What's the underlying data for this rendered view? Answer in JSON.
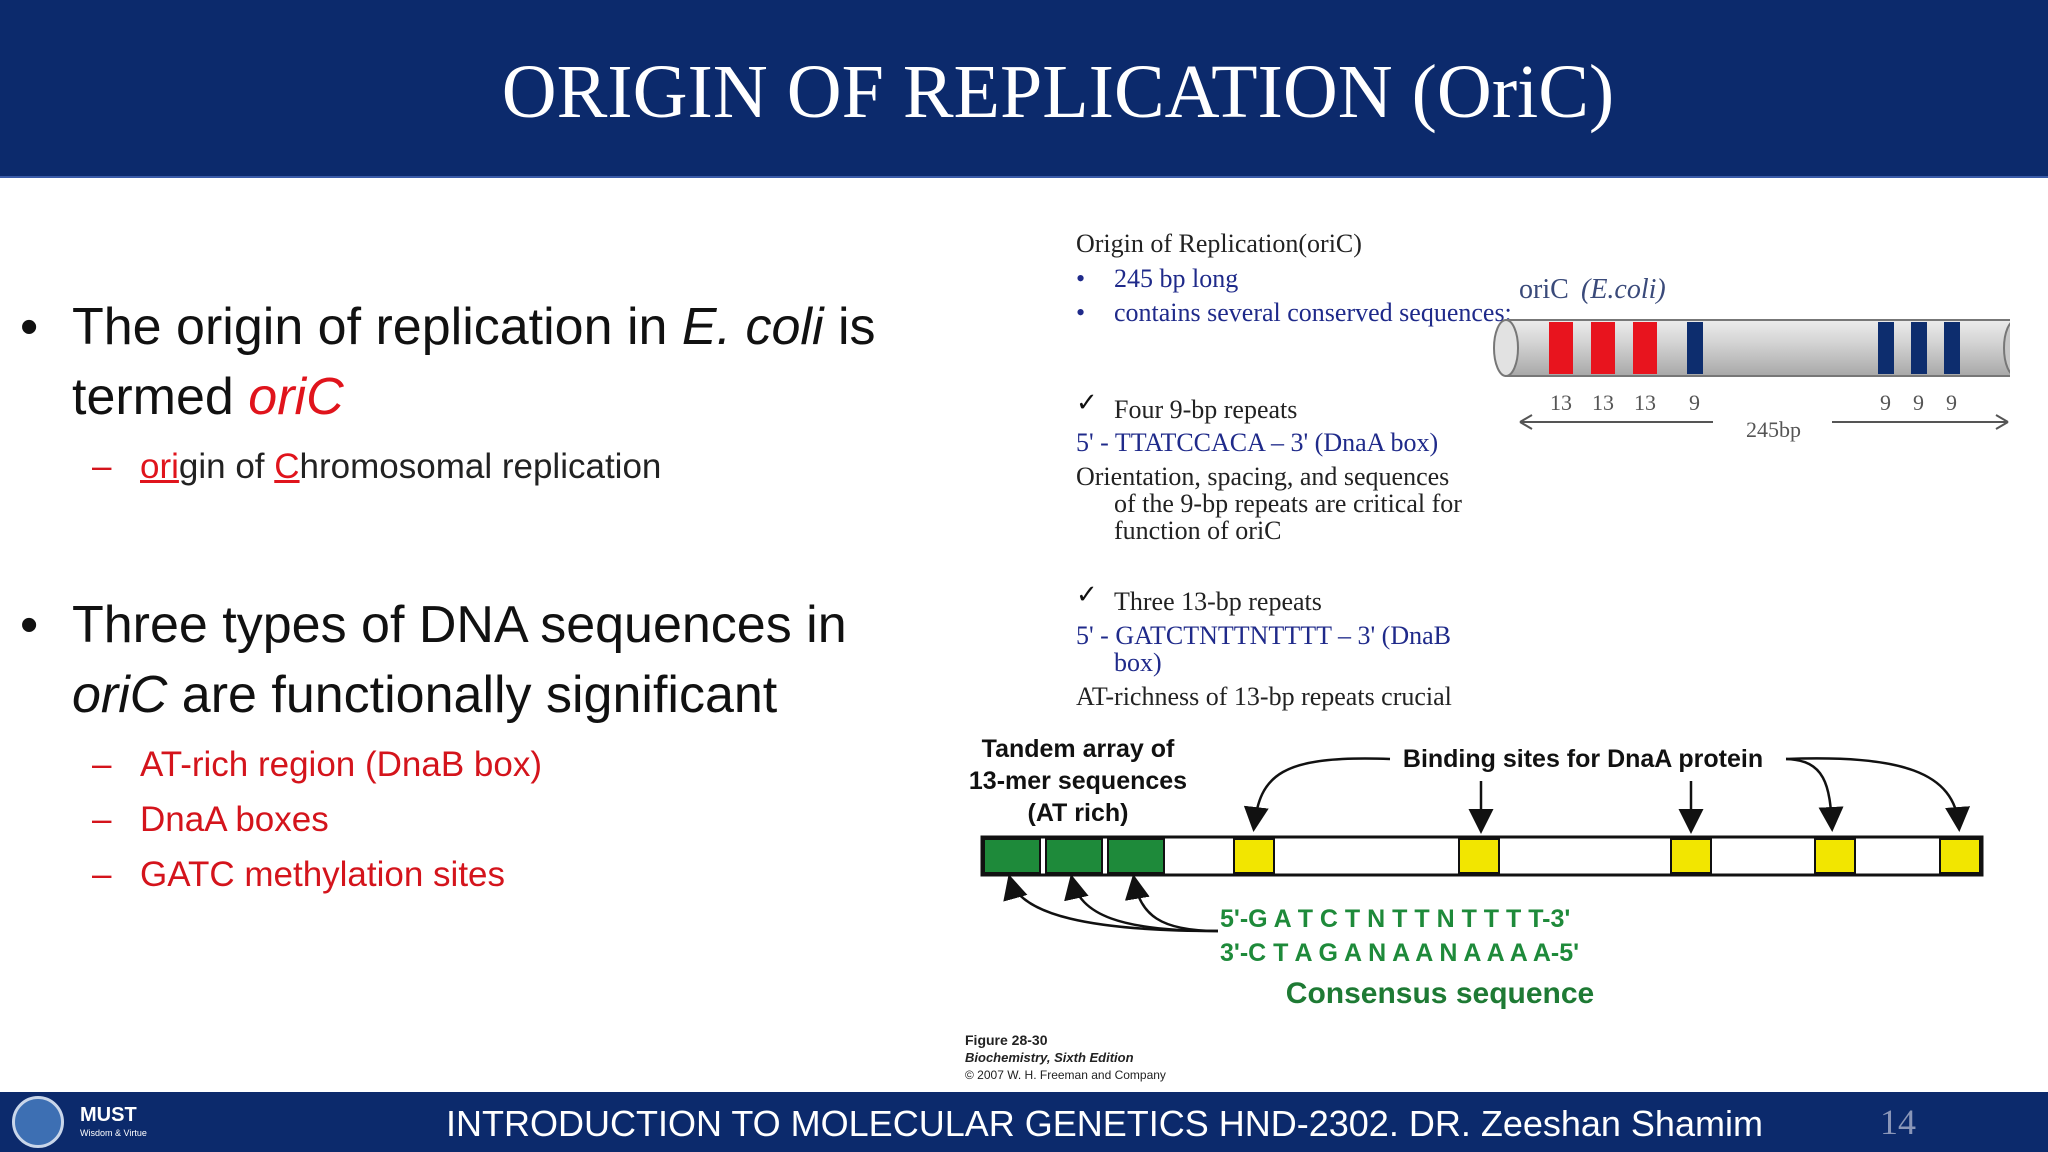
{
  "slide": {
    "title": "ORIGIN OF REPLICATION (OriC)",
    "page_number": "14"
  },
  "bullets": [
    {
      "text_1": "The origin of replication in ",
      "text_italic": "E. coli",
      "text_2": " is termed ",
      "text_red_italic": "oriC",
      "subitems": [
        {
          "u1": "ori",
          "t1": "gin of ",
          "u2": "C",
          "t2": "hromosomal replication"
        }
      ]
    },
    {
      "text_1": "Three types of DNA sequences in ",
      "text_italic": "oriC",
      "text_2": " are functionally significant",
      "subitems": [
        {
          "text": "AT-rich region (DnaB box)"
        },
        {
          "text": "DnaA boxes"
        },
        {
          "text": "GATC methylation sites"
        }
      ]
    }
  ],
  "figure": {
    "heading": "Origin of Replication(oriC)",
    "points": [
      "245 bp long",
      "contains several conserved sequences:"
    ],
    "repeat9_title": "Four  9-bp repeats",
    "repeat9_seq": "5' - TTATCCACA – 3' (DnaA box)",
    "repeat9_note": [
      "Orientation, spacing, and sequences",
      "of the 9-bp repeats are critical for",
      "function of oriC"
    ],
    "repeat13_title": "Three 13-bp repeats",
    "repeat13_seq": [
      "5' - GATCTNTTNTTTT – 3' (DnaB",
      "box)"
    ],
    "repeat13_note": "AT-richness of 13-bp repeats crucial",
    "map_label": "oriC",
    "map_label_italic": "(E.coli)",
    "map_numbers_left": [
      "13",
      "13",
      "13",
      "9"
    ],
    "map_numbers_right": [
      "9",
      "9",
      "9"
    ],
    "map_length": "245bp",
    "tandem_label": [
      "Tandem array of",
      "13-mer sequences",
      "(AT rich)"
    ],
    "binding_label": "Binding sites for DnaA protein",
    "consensus_top": "5'-G A T C T N T T N T T T T-3'",
    "consensus_bottom": "3'-C T A G A N A A N A A A A-5'",
    "consensus_label": "Consensus sequence",
    "credit": [
      "Figure 28-30",
      "Biochemistry, Sixth Edition",
      "© 2007 W. H. Freeman and Company"
    ],
    "colors": {
      "red": "#e8141e",
      "navy": "#0d2d6e",
      "green": "#1e8a3a",
      "yellow": "#f2e600"
    }
  },
  "footer": {
    "text": "INTRODUCTION TO MOLECULAR GENETICS HND-2302. DR. Zeeshan Shamim",
    "logo_name": "MUST",
    "logo_tagline": "Wisdom & Virtue"
  }
}
